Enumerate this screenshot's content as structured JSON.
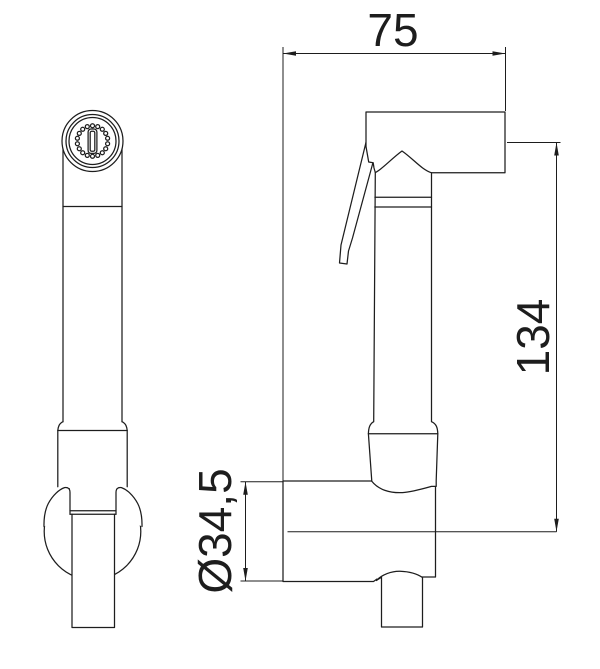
{
  "palette": {
    "background": "#ffffff",
    "line": "#1d1d1d"
  },
  "dimensions": {
    "projection_width": {
      "label": "75"
    },
    "center_to_center_height": {
      "label": "134"
    },
    "bracket_diameter": {
      "label": "Ø34,5"
    }
  },
  "views": {
    "front": {
      "nozzle_hole_count": 18
    },
    "side": {}
  }
}
